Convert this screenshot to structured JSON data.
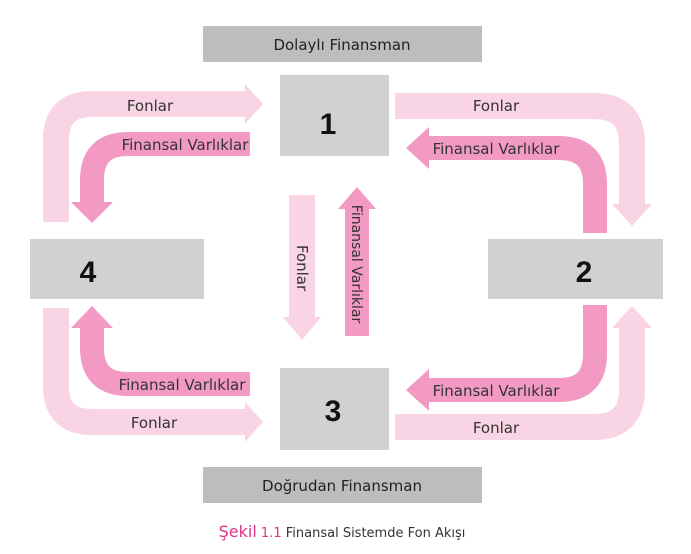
{
  "header": {
    "top_label": "Dolaylı Finansman",
    "bottom_label": "Doğrudan Finansman"
  },
  "nodes": {
    "n1": "1",
    "n2": "2",
    "n3": "3",
    "n4": "4"
  },
  "arrows": {
    "top_left_funds": "Fonlar",
    "top_left_assets": "Finansal Varlıklar",
    "top_right_funds": "Fonlar",
    "top_right_assets": "Finansal Varlıklar",
    "center_funds": "Fonlar",
    "center_assets": "Finansal Varlıklar",
    "bottom_left_assets": "Finansal Varlıklar",
    "bottom_left_funds": "Fonlar",
    "bottom_right_assets": "Finansal Varlıklar",
    "bottom_right_funds": "Fonlar"
  },
  "caption": {
    "prefix": "Şekil",
    "number": "1.1",
    "text": "Finansal Sistemde Fon Akışı"
  },
  "colors": {
    "light_arrow": "#f9d4e4",
    "dark_arrow": "#f29ac3",
    "box": "#d1d1d1",
    "label_box": "#bdbdbd",
    "caption_accent": "#e0338a"
  }
}
